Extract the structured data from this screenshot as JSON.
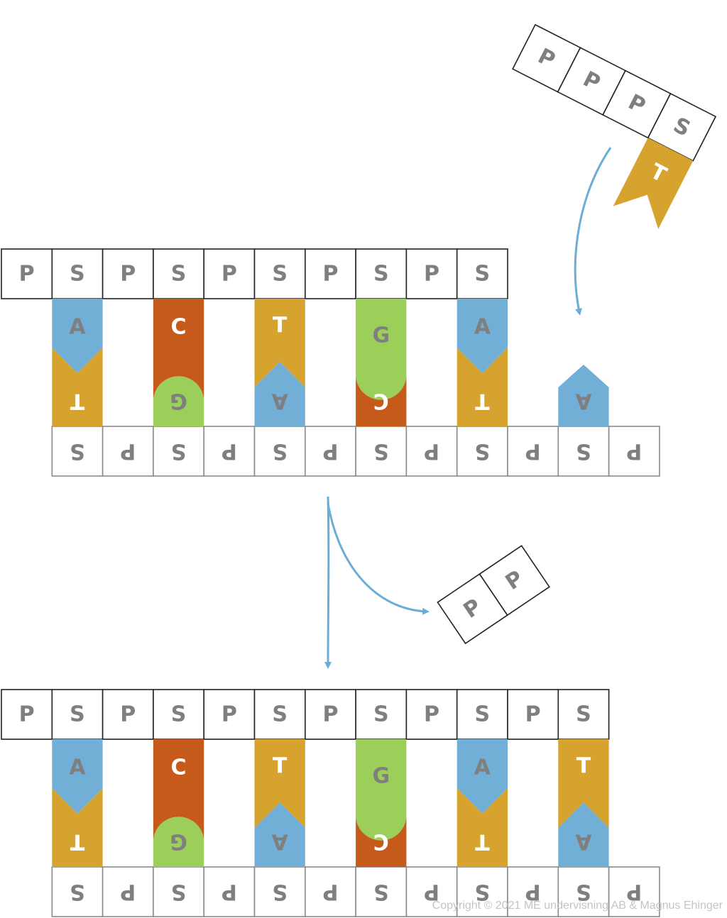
{
  "colors": {
    "A": "#72afd6",
    "T": "#d6a32f",
    "C": "#c55a1a",
    "G": "#9ccf5a",
    "letter_on_block": "#7f7f7f",
    "letter_on_base": "#ffffff",
    "arrow": "#6aaed6",
    "box_stroke": "#222222",
    "bottom_strand_stroke": "#8a8a8a"
  },
  "labels": {
    "phosphate": "P",
    "sugar": "S"
  },
  "incoming_nucleotide": {
    "phosphates": [
      "P",
      "P",
      "P"
    ],
    "sugar": "S",
    "base": "T"
  },
  "released_pyrophosphate": [
    "P",
    "P"
  ],
  "before": {
    "new_strand_backbone": [
      "P",
      "S",
      "P",
      "S",
      "P",
      "S",
      "P",
      "S",
      "P",
      "S"
    ],
    "new_strand_bases": [
      "A",
      "C",
      "T",
      "G",
      "A"
    ],
    "template_backbone": [
      "S",
      "P",
      "S",
      "P",
      "S",
      "P",
      "S",
      "P",
      "S",
      "P",
      "S",
      "P"
    ],
    "template_bases": [
      "T",
      "G",
      "A",
      "C",
      "T",
      "A"
    ]
  },
  "after": {
    "new_strand_backbone": [
      "P",
      "S",
      "P",
      "S",
      "P",
      "S",
      "P",
      "S",
      "P",
      "S",
      "P",
      "S"
    ],
    "new_strand_bases": [
      "A",
      "C",
      "T",
      "G",
      "A",
      "T"
    ],
    "template_backbone": [
      "S",
      "P",
      "S",
      "P",
      "S",
      "P",
      "S",
      "P",
      "S",
      "P",
      "S",
      "P"
    ],
    "template_bases": [
      "T",
      "G",
      "A",
      "C",
      "T",
      "A"
    ]
  },
  "copyright": "Copyright © 2021 ME undervisning AB & Magnus Ehinger"
}
